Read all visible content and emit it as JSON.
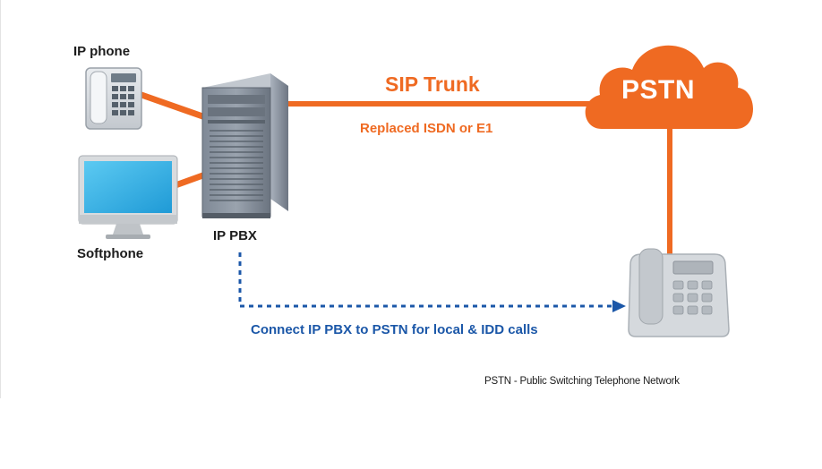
{
  "labels": {
    "ip_phone": "IP phone",
    "softphone": "Softphone",
    "ip_pbx": "IP PBX",
    "sip_trunk": "SIP Trunk",
    "replaced": "Replaced ISDN or E1",
    "pstn": "PSTN",
    "connect": "Connect IP PBX to PSTN for local & IDD calls",
    "footnote": "PSTN - Public Switching Telephone Network"
  },
  "colors": {
    "orange": "#ef6a22",
    "blue": "#1b57a8",
    "dark_text": "#1c1c1c",
    "monitor_screen": "#2fb3e8",
    "server_body": "#8e97a3"
  },
  "icons": [
    "desk-phone-icon",
    "monitor-icon",
    "server-tower-icon",
    "cloud-icon",
    "office-phone-icon"
  ]
}
